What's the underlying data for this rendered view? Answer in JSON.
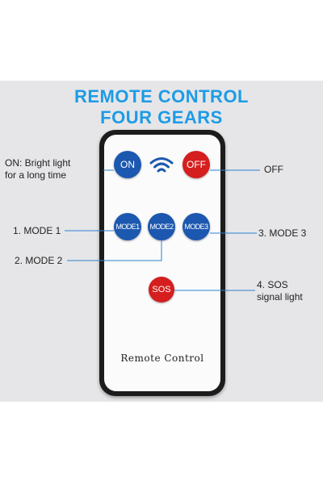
{
  "title": {
    "line1": "REMOTE CONTROL",
    "line2": "FOUR GEARS"
  },
  "remote": {
    "label": "Remote Control",
    "buttons": {
      "on": "ON",
      "off": "OFF",
      "mode1": "MODE1",
      "mode2": "MODE2",
      "mode3": "MODE3",
      "sos": "SOS"
    },
    "signal_icon": "wifi-icon"
  },
  "callouts": {
    "on_line1": "ON: Bright light",
    "on_line2": "for a long time",
    "off": "OFF",
    "mode1": "1. MODE 1",
    "mode2": "2. MODE 2",
    "mode3": "3. MODE 3",
    "sos_line1": "4. SOS",
    "sos_line2": "signal light"
  },
  "colors": {
    "title": "#1e9be6",
    "button_blue": "#1c58b0",
    "button_red": "#d51e1e",
    "leader_line": "#2e7fd0",
    "background_panel": "#e6e6e8"
  }
}
